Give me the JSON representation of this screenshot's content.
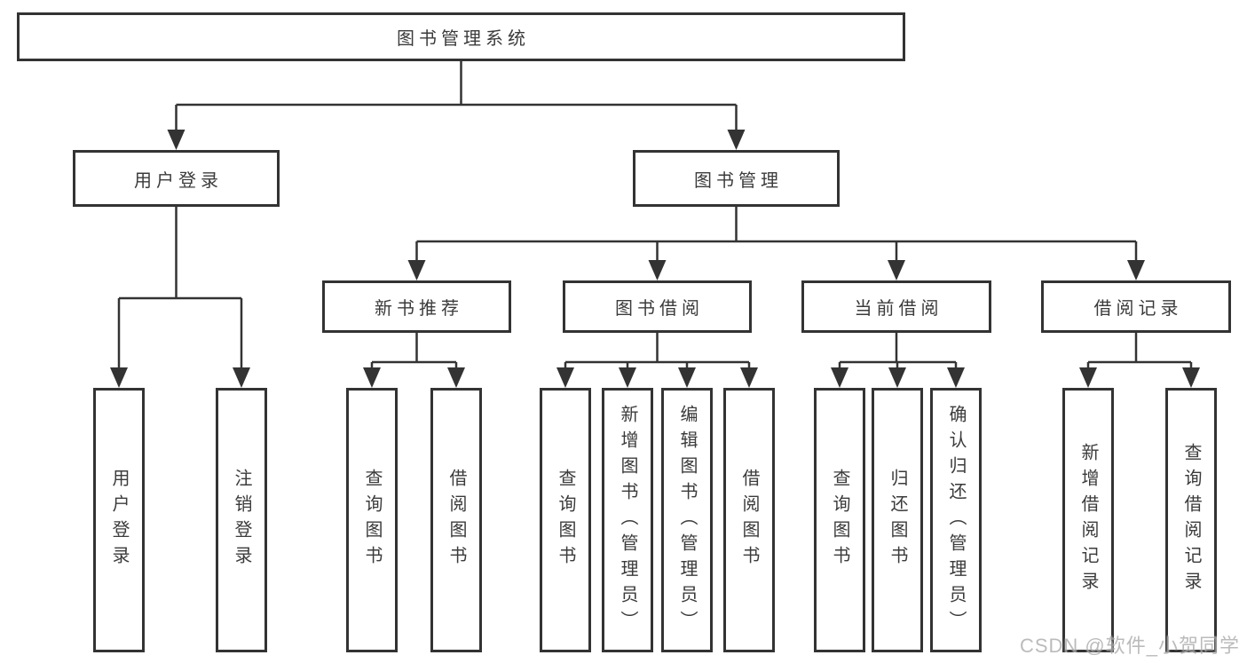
{
  "diagram": {
    "root": "图书管理系统",
    "level2": {
      "userLogin": "用户登录",
      "bookMgmt": "图书管理"
    },
    "level3": {
      "recommend": "新书推荐",
      "borrow": "图书借阅",
      "current": "当前借阅",
      "records": "借阅记录"
    },
    "leaves": {
      "login": [
        "用户登录",
        "注销登录"
      ],
      "recommend": [
        "查询图书",
        "借阅图书"
      ],
      "borrow": [
        "查询图书",
        "新增图书（管理员）",
        "编辑图书（管理员）",
        "借阅图书"
      ],
      "current": [
        "查询图书",
        "归还图书",
        "确认归还（管理员）"
      ],
      "records": [
        "新增借阅记录",
        "查询借阅记录"
      ]
    }
  },
  "watermark": "CSDN @软件_小贺同学",
  "colors": {
    "line": "#333333",
    "text": "#3b3b3b",
    "watermark": "#ababab",
    "background": "#ffffff"
  }
}
